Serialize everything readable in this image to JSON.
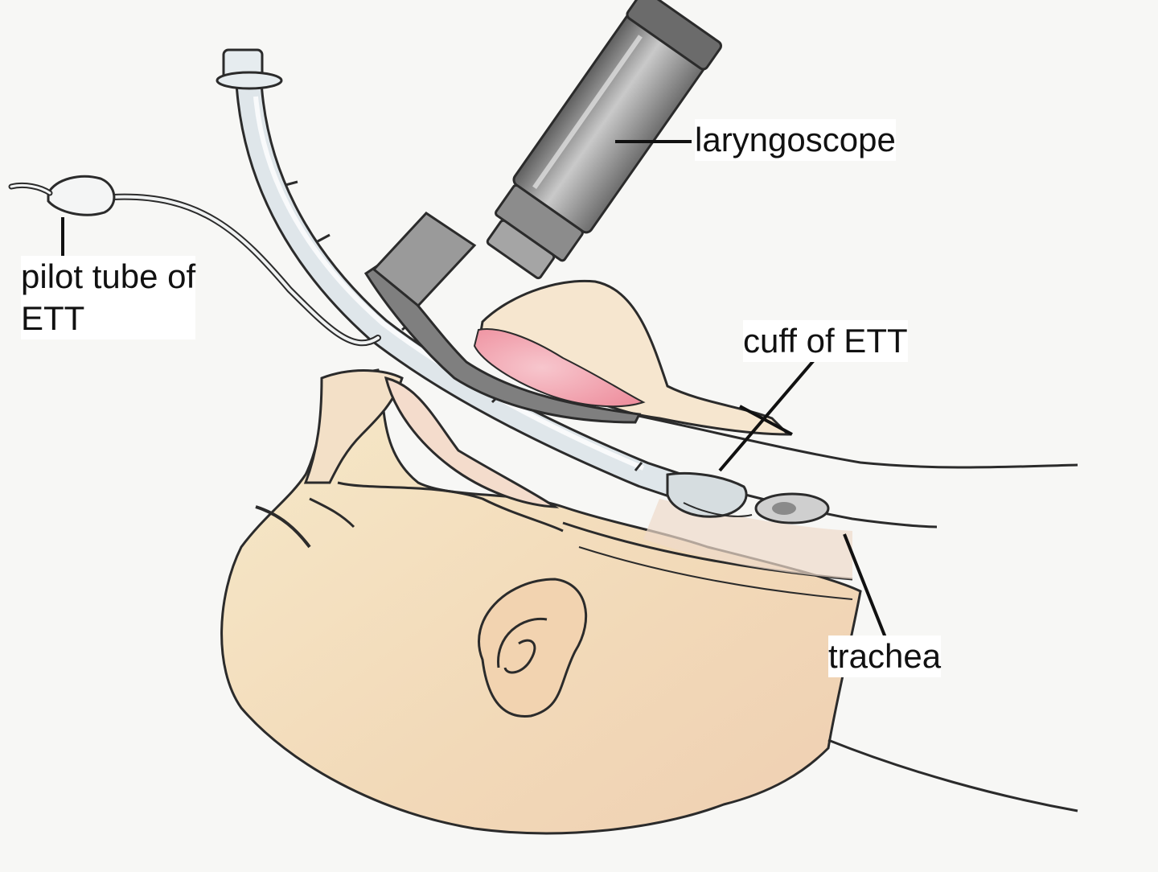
{
  "labels": {
    "laryngoscope": "laryngoscope",
    "pilot_tube_line1": "pilot tube of",
    "pilot_tube_line2": "ETT",
    "cuff": "cuff of ETT",
    "trachea": "trachea"
  },
  "colors": {
    "background": "#f7f7f5",
    "skin": "#f4e2c4",
    "skin_shadow": "#efcfae",
    "tongue": "#f2a6b0",
    "tube": "#dfe6ea",
    "scope_metal": "#8a8a8a",
    "scope_dark": "#5b5b5b",
    "outline": "#2b2b2b",
    "leader": "#111111"
  },
  "icons": {
    "laryngoscope": "laryngoscope-icon",
    "endotracheal_tube": "endotracheal-tube-icon",
    "pilot_balloon": "pilot-balloon-icon",
    "head": "patient-head-icon"
  }
}
